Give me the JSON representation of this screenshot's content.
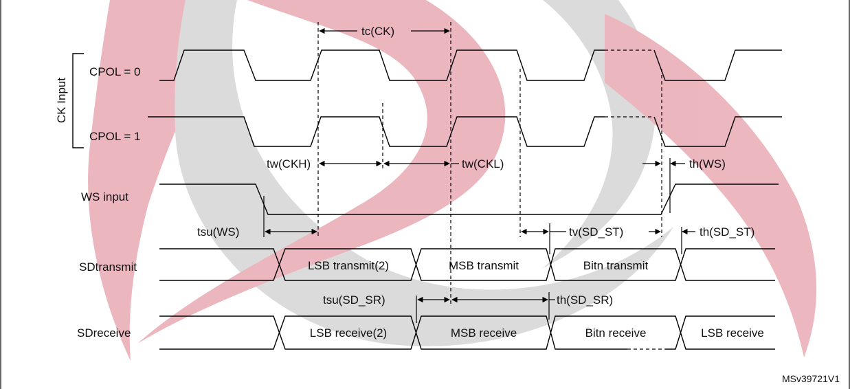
{
  "watermark": {
    "red": "#d9707f",
    "gray": "#b8b8b8"
  },
  "labels": {
    "ck_input": "CK Input",
    "cpol0": "CPOL = 0",
    "cpol1": "CPOL = 1",
    "ws_input": "WS input",
    "sdtransmit": "SDtransmit",
    "sdreceive": "SDreceive",
    "figure_id": "MSv39721V1"
  },
  "timing": {
    "tc_ck": "tc(CK)",
    "tw_ckh": "tw(CKH)",
    "tw_ckl": "tw(CKL)",
    "th_ws": "th(WS)",
    "tsu_ws": "tsu(WS)",
    "tv_sd_st": "tv(SD_ST)",
    "th_sd_st": "th(SD_ST)",
    "tsu_sd_sr": "tsu(SD_SR)",
    "th_sd_sr": "th(SD_SR)"
  },
  "transmit_cells": [
    "LSB transmit(2)",
    "MSB transmit",
    "Bitn transmit"
  ],
  "receive_cells": [
    "LSB receive(2)",
    "MSB receive",
    "Bitn receive",
    "LSB receive"
  ]
}
